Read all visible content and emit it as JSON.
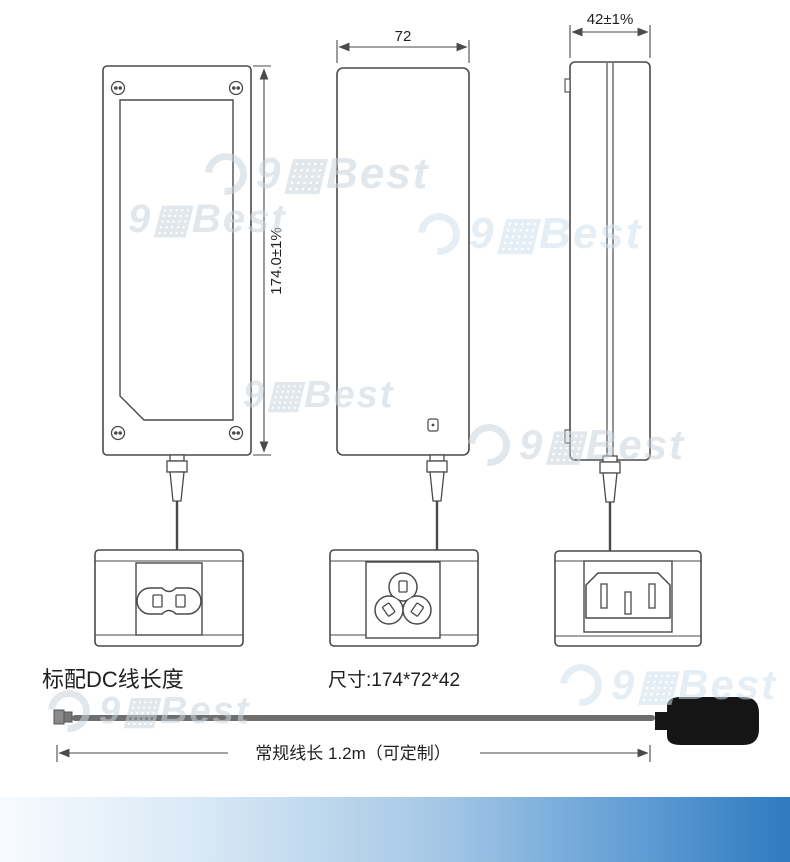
{
  "drawing": {
    "dims": {
      "height": "174.0±1%",
      "width": "72",
      "depth": "42±1%"
    },
    "labels": {
      "dc_cable": "标配DC线长度",
      "size": "尺寸:174*72*42",
      "cable_length": "常规线长 1.2m（可定制）"
    }
  },
  "watermark": {
    "text": "9▦Best"
  },
  "colors": {
    "line": "#4a4a4a",
    "text": "#1f1f1f",
    "cable": "#6e6e6e",
    "plug": "#151515",
    "watermark": "#ccd5dd",
    "footer_gradient_start": "#f7fbfe",
    "footer_gradient_end": "#2f7ac0"
  }
}
